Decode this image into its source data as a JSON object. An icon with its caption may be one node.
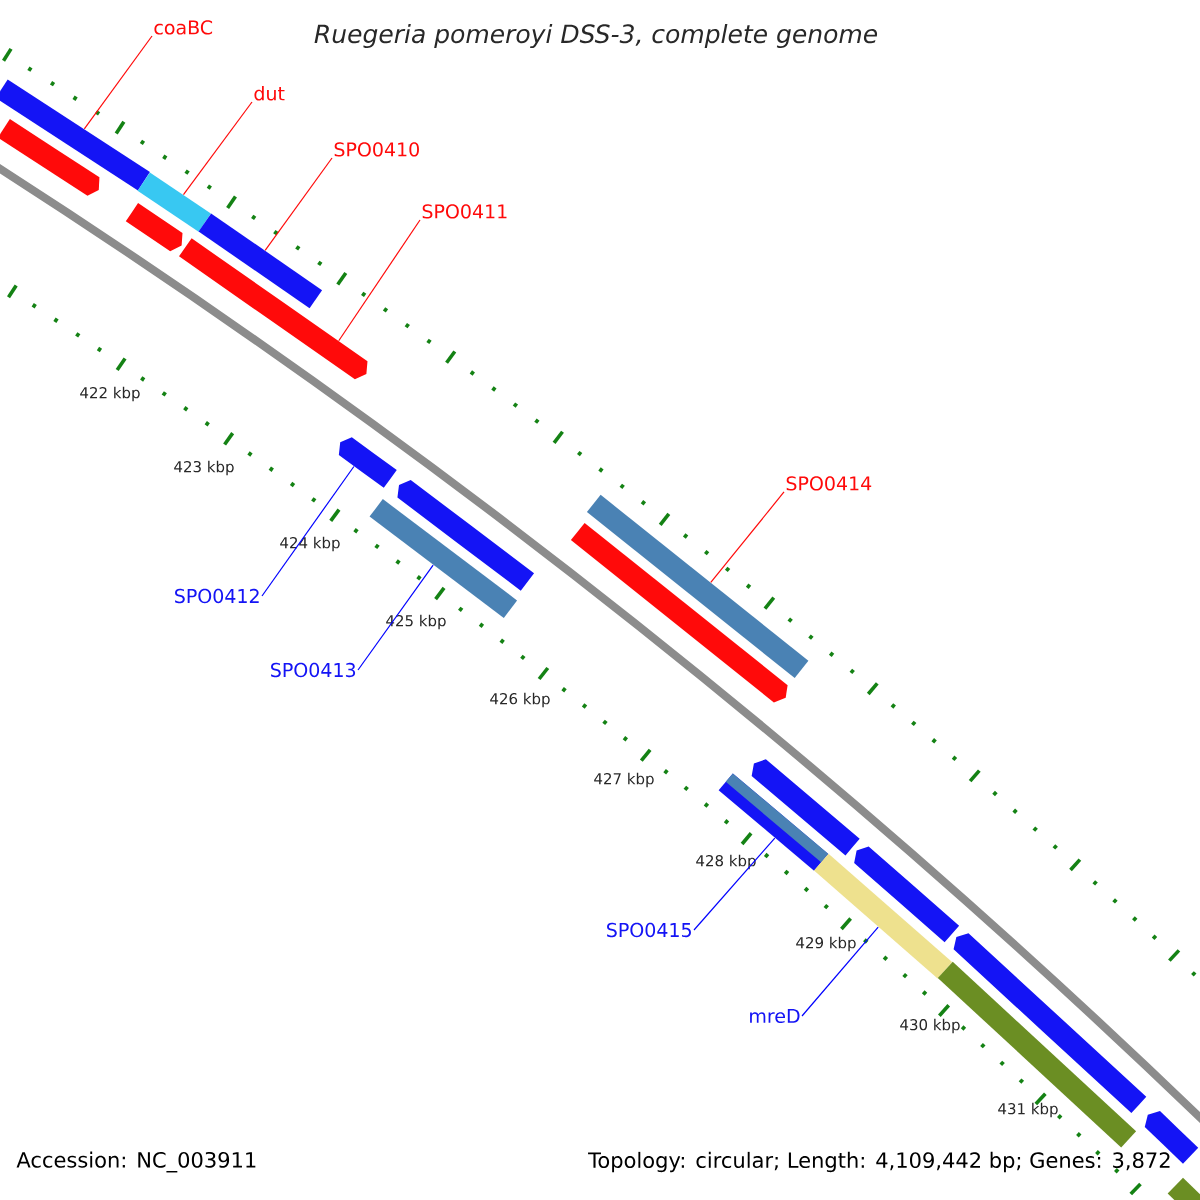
{
  "diagram": {
    "title": "Ruegeria pomeroyi DSS-3, complete genome",
    "nodes": [
      {
        "text": [
          "coaBC"
        ]
      },
      {
        "text": [
          "dut"
        ]
      },
      {
        "text": [
          "SPO0410"
        ]
      },
      {
        "text": [
          "SPO0411"
        ]
      },
      {
        "text": [
          "SPO0414"
        ]
      },
      {
        "text": [
          "SPO0412"
        ]
      },
      {
        "text": [
          "SPO0413"
        ]
      },
      {
        "text": [
          "SPO0415"
        ]
      },
      {
        "text": [
          "mreD"
        ]
      },
      {
        "text": [],
        "shape": "bar"
      },
      {
        "text": [],
        "shape": "bar"
      },
      {
        "text": [],
        "shape": "bar"
      },
      {
        "text": [],
        "shape": "bar"
      },
      {
        "text": [],
        "shape": "bar"
      },
      {
        "text": [],
        "shape": "bar"
      },
      {
        "text": [],
        "shape": "bar"
      },
      {
        "text": [],
        "shape": "bar"
      },
      {
        "text": [],
        "shape": "bar"
      },
      {
        "text": [],
        "shape": "bar"
      },
      {
        "text": [],
        "shape": "bar"
      },
      {
        "text": [],
        "shape": "bar"
      },
      {
        "text": [],
        "shape": "bar"
      },
      {
        "text": [],
        "shape": "bar"
      },
      {
        "text": [],
        "shape": "bar"
      },
      {
        "text": [],
        "shape": "bar"
      },
      {
        "text": [],
        "shape": "bar"
      },
      {
        "text": [],
        "shape": "bar"
      },
      {
        "text": [],
        "shape": "bar"
      }
    ],
    "edges": [
      {
        "from": 0,
        "to": 9,
        "arrow": "none"
      },
      {
        "from": 1,
        "to": 10,
        "arrow": "none"
      },
      {
        "from": 2,
        "to": 11,
        "arrow": "none"
      },
      {
        "from": 3,
        "to": 15,
        "arrow": "none"
      },
      {
        "from": 4,
        "to": 12,
        "arrow": "none"
      },
      {
        "from": 5,
        "to": 17,
        "arrow": "none",
        "color": "#0000ff"
      },
      {
        "from": 6,
        "to": 23,
        "arrow": "none",
        "color": "#0000ff"
      },
      {
        "from": 7,
        "to": 24,
        "arrow": "none",
        "color": "#0000ff"
      },
      {
        "from": 8,
        "to": 25,
        "arrow": "none",
        "color": "#0000ff"
      }
    ],
    "labels": [
      "422 kbp",
      "423 kbp",
      "424 kbp",
      "425 kbp",
      "426 kbp",
      "427 kbp",
      "428 kbp",
      "429 kbp",
      "430 kbp",
      "431 kbp",
      "Accession: NC_003911",
      "Topology: circular; Length: 4,109,442 bp; Genes: 3,872"
    ]
  }
}
